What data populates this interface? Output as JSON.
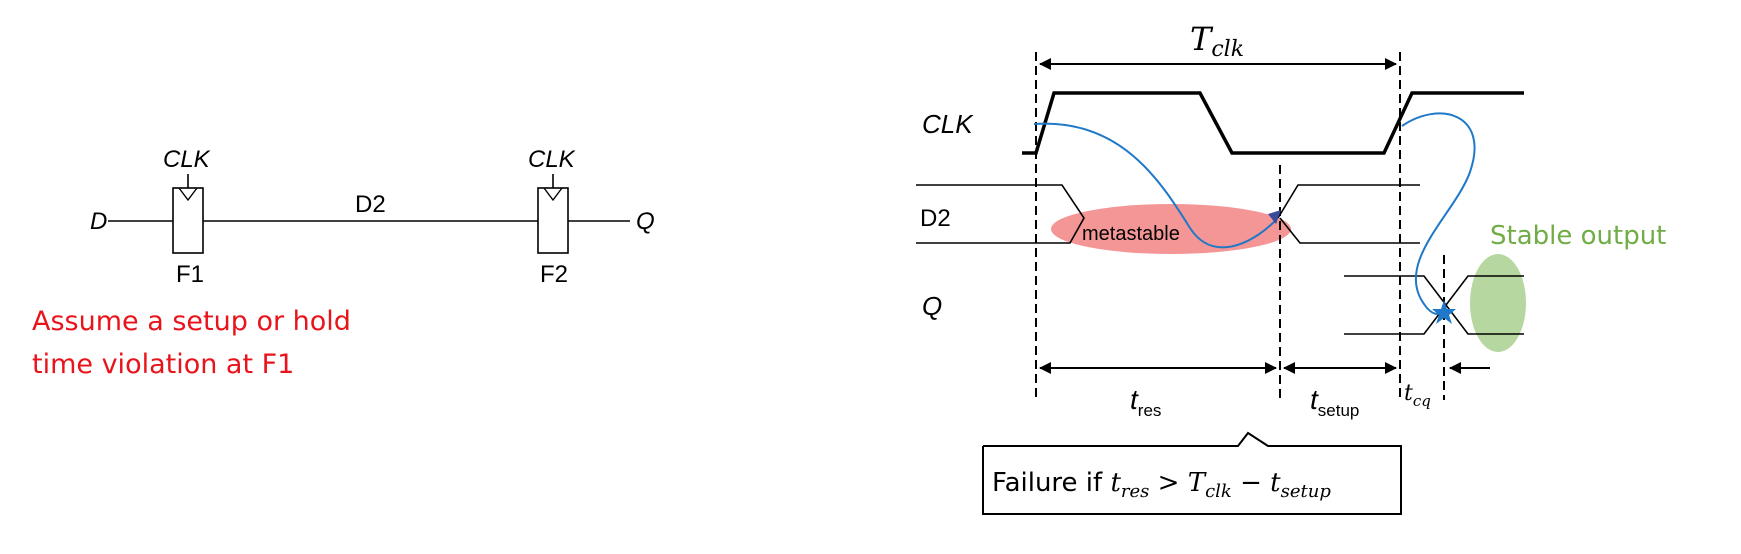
{
  "circuit": {
    "input_label": "D",
    "clk_label_1": "CLK",
    "clk_label_2": "CLK",
    "wire_label": "D2",
    "output_label": "Q",
    "ff1_label": "F1",
    "ff2_label": "F2",
    "note_line1": "Assume a setup or hold",
    "note_line2": "time violation at F1",
    "note_color": "#e8141c"
  },
  "timing": {
    "period_T": "T",
    "period_sub": "clk",
    "clk_label": "CLK",
    "d2_label": "D2",
    "q_label": "Q",
    "metastable_label": "metastable",
    "stable_label": "Stable output",
    "t_res": "t",
    "t_res_sub": "res",
    "t_setup": "t",
    "t_setup_sub": "setup",
    "t_cq": "t",
    "t_cq_sub": "cq",
    "failure_prefix": "Failure if ",
    "failure_t1": "t",
    "failure_t1_sub": "res",
    "failure_gt": " > ",
    "failure_T": "T",
    "failure_T_sub": "clk",
    "failure_minus": " − ",
    "failure_t2": "t",
    "failure_t2_sub": "setup",
    "colors": {
      "metastable_fill": "#f48b8b",
      "stable_fill": "#a9d08e",
      "stable_text": "#70ad47",
      "path_curve": "#1f78c8",
      "arrow_star": "#1f78c8"
    }
  }
}
